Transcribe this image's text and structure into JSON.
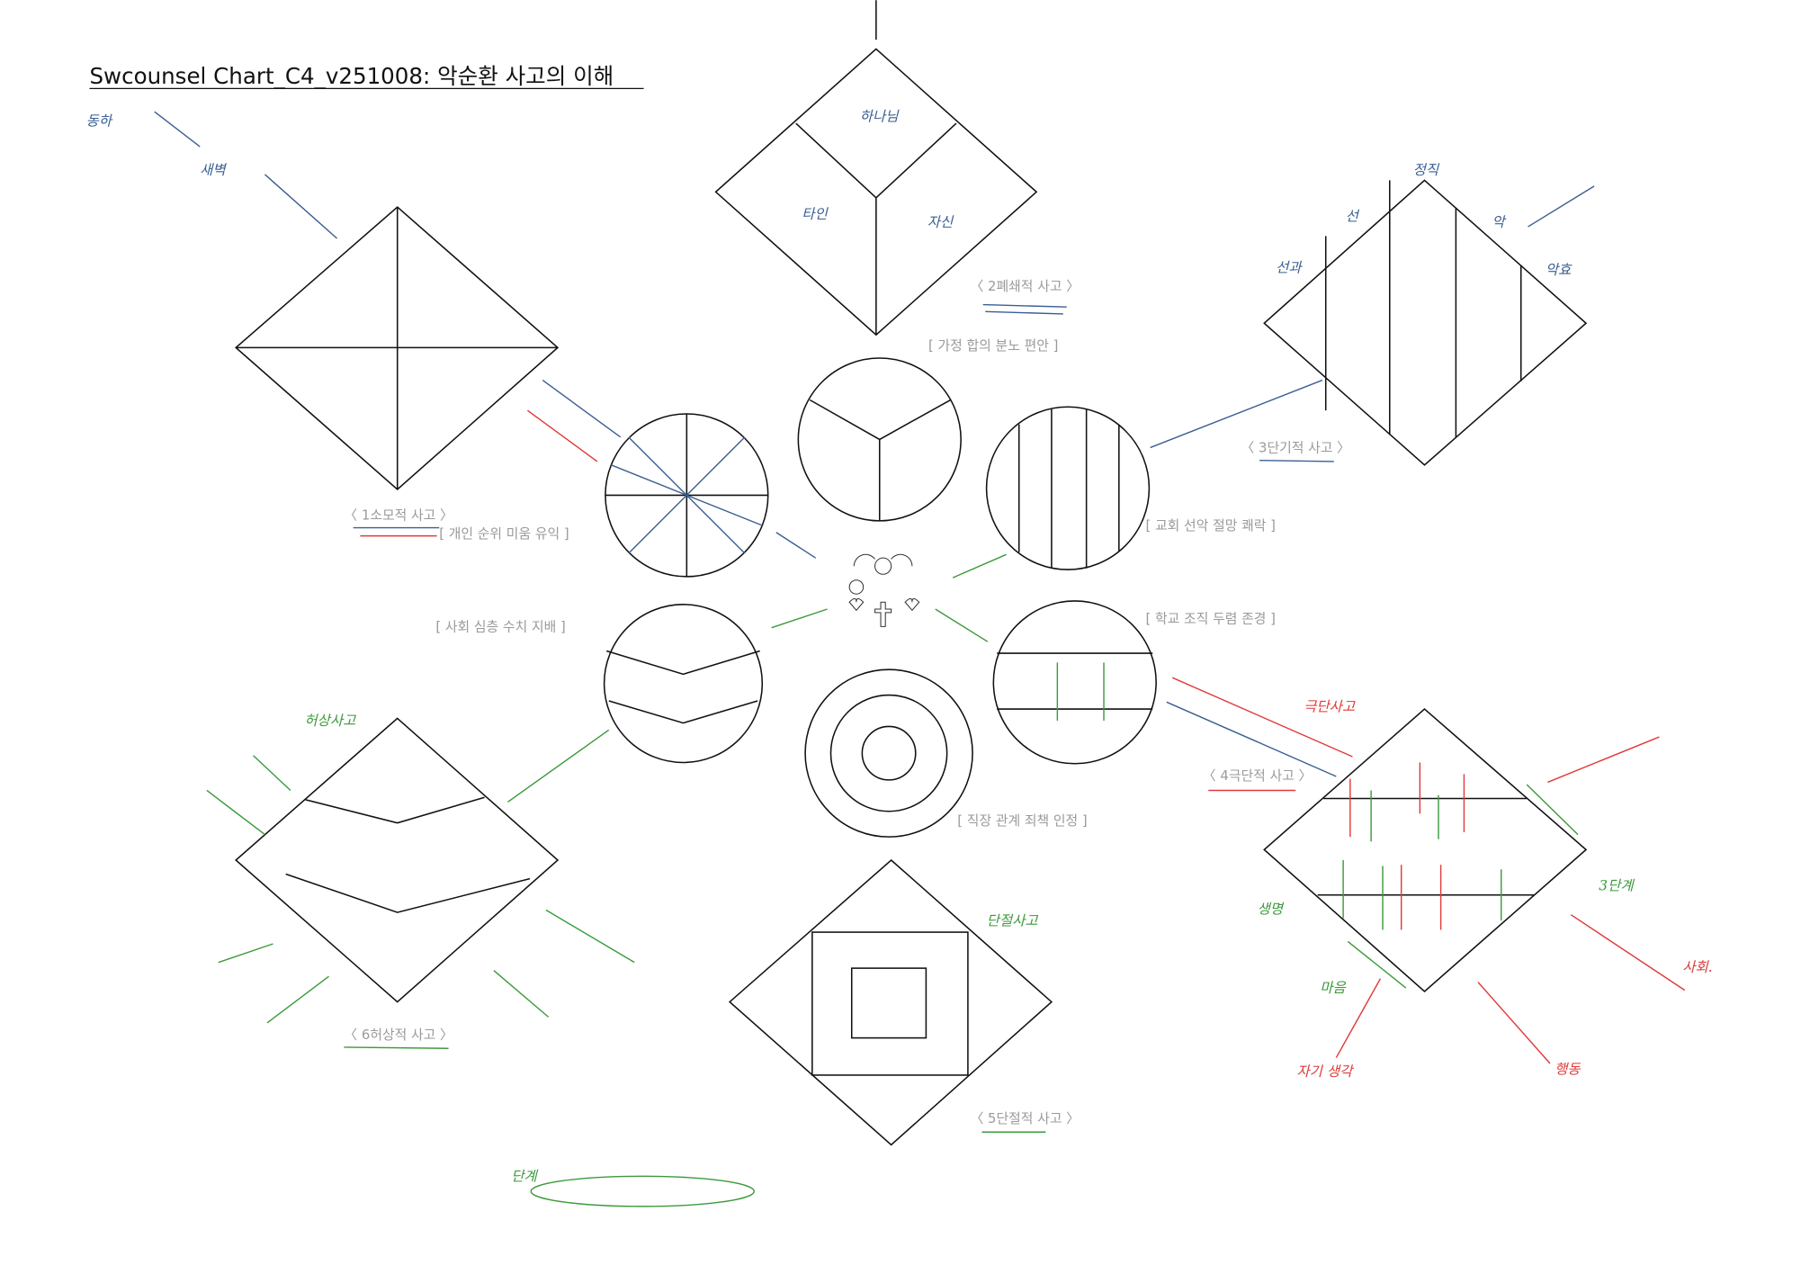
{
  "title": "Swcounsel Chart_C4_v251008: 악순환 사고의 이해",
  "thinking_types": [
    {
      "label": "〈 1소모적 사고 〉",
      "domain": "[ 개인 순위 미움 유익 ]"
    },
    {
      "label": "〈 2폐쇄적 사고 〉",
      "domain": "[ 가정 합의 분노 편안 ]"
    },
    {
      "label": "〈 3단기적 사고 〉",
      "domain": "[ 교회 선악 절망 쾌락 ]"
    },
    {
      "label": "〈 4극단적 사고 〉",
      "domain": "[ 학교 조직 두렴 존경 ]"
    },
    {
      "label": "〈 5단절적 사고 〉",
      "domain": "[ 직장 관계 죄책 인정 ]"
    },
    {
      "label": "〈 6허상적 사고 〉",
      "domain": "[ 사회 심층 수치 지배 ]"
    }
  ],
  "annotations": {
    "blue": [
      "동하",
      "새벽",
      "하나님",
      "타인",
      "자신",
      "선",
      "정직",
      "악",
      "선과",
      "악효"
    ],
    "red": [
      "극단사고",
      "사회.",
      "행동",
      "자기 생각"
    ],
    "green": [
      "허상사고",
      "단절사고",
      "3단계",
      "생명",
      "마음",
      "단계"
    ]
  },
  "colors": {
    "ink": "#111111",
    "label": "#9a9a9a",
    "blue": "#3a5f93",
    "red": "#e03a3a",
    "green": "#3c9a3c"
  }
}
